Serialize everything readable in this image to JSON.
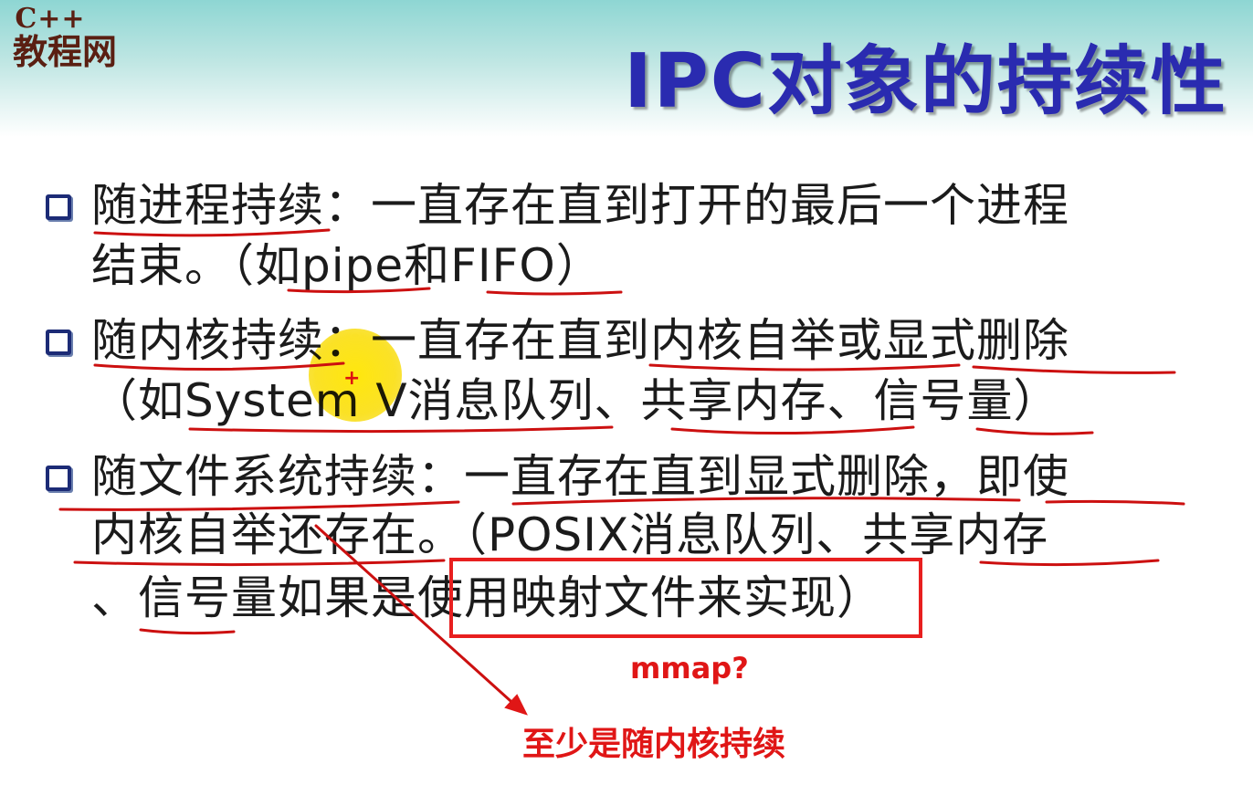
{
  "header": {
    "logo_line1": "C++",
    "logo_line2": "教程网",
    "title": "IPC对象的持续性"
  },
  "bullets": [
    {
      "lines": [
        "随进程持续：一直存在直到打开的最后一个进程",
        "结束。（如pipe和FIFO）"
      ]
    },
    {
      "lines": [
        "随内核持续：一直存在直到内核自举或显式删除",
        "（如System V消息队列、共享内存、信号量）"
      ]
    },
    {
      "lines": [
        "随文件系统持续：一直存在直到显式删除，即使",
        "内核自举还存在。（POSIX消息队列、共享内存",
        "、信号量如果是使用映射文件来实现）"
      ]
    }
  ],
  "annotations": {
    "mmap_note": "mmap?",
    "persistence_note": "至少是随内核持续",
    "ink_color": "#e01616"
  }
}
